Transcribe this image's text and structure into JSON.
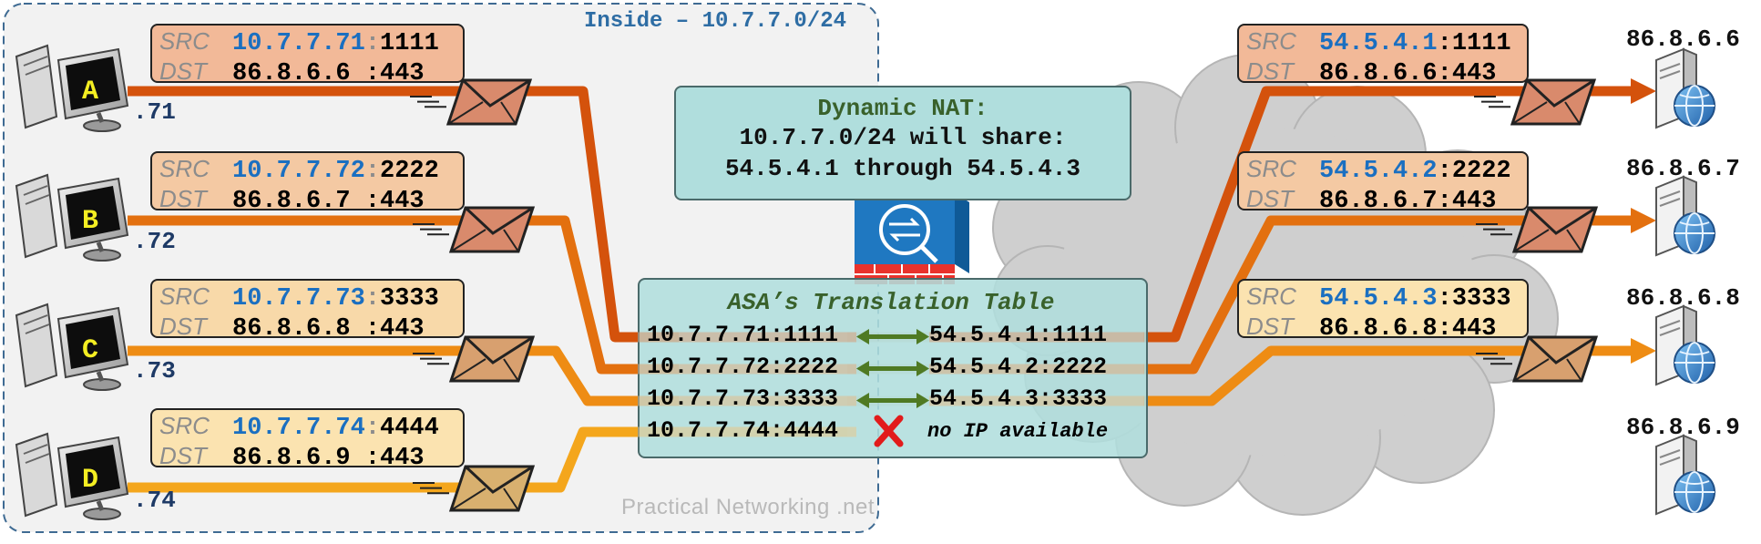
{
  "inside_label": "Inside – 10.7.7.0/24",
  "watermark": "Practical Networking .net",
  "nat_box": {
    "title": "Dynamic NAT:",
    "line1": "10.7.7.0/24 will share:",
    "line2": "54.5.4.1 through 54.5.4.3"
  },
  "table": {
    "title": "ASA’s Translation Table",
    "rows": [
      {
        "inside": "10.7.7.71:1111",
        "outside": "54.5.4.1:1111"
      },
      {
        "inside": "10.7.7.72:2222",
        "outside": "54.5.4.2:2222"
      },
      {
        "inside": "10.7.7.73:3333",
        "outside": "54.5.4.3:3333"
      },
      {
        "inside": "10.7.7.74:4444",
        "outside": "no IP available"
      }
    ]
  },
  "hosts": [
    {
      "letter": "A",
      "suffix": ".71",
      "src_ip": "10.7.7.71",
      "src_port": "1111",
      "dst_ip": "86.8.6.6 ",
      "dst_port": "443"
    },
    {
      "letter": "B",
      "suffix": ".72",
      "src_ip": "10.7.7.72",
      "src_port": "2222",
      "dst_ip": "86.8.6.7 ",
      "dst_port": "443"
    },
    {
      "letter": "C",
      "suffix": ".73",
      "src_ip": "10.7.7.73",
      "src_port": "3333",
      "dst_ip": "86.8.6.8 ",
      "dst_port": "443"
    },
    {
      "letter": "D",
      "suffix": ".74",
      "src_ip": "10.7.7.74",
      "src_port": "4444",
      "dst_ip": "86.8.6.9 ",
      "dst_port": "443"
    }
  ],
  "outside_packets": [
    {
      "src_ip": "54.5.4.1",
      "src_port": "1111",
      "dst_ip": "86.8.6.6",
      "dst_port": "443"
    },
    {
      "src_ip": "54.5.4.2",
      "src_port": "2222",
      "dst_ip": "86.8.6.7",
      "dst_port": "443"
    },
    {
      "src_ip": "54.5.4.3",
      "src_port": "3333",
      "dst_ip": "86.8.6.8",
      "dst_port": "443"
    }
  ],
  "servers": [
    "86.8.6.6",
    "86.8.6.7",
    "86.8.6.8",
    "86.8.6.9"
  ],
  "labels": {
    "src": "SRC",
    "dst": "DST",
    "colon": ":"
  },
  "colors": {
    "flow_a": "#d4520c",
    "flow_b": "#e3700f",
    "flow_c": "#ee8c14",
    "flow_d": "#f4a61c",
    "pkt_a": "#f2b998",
    "pkt_b": "#f4c9a3",
    "pkt_c": "#f8d9a9",
    "pkt_d": "#fbe3b0",
    "box_fill": "#b0dedd",
    "ip_blue": "#1a6fc1"
  }
}
